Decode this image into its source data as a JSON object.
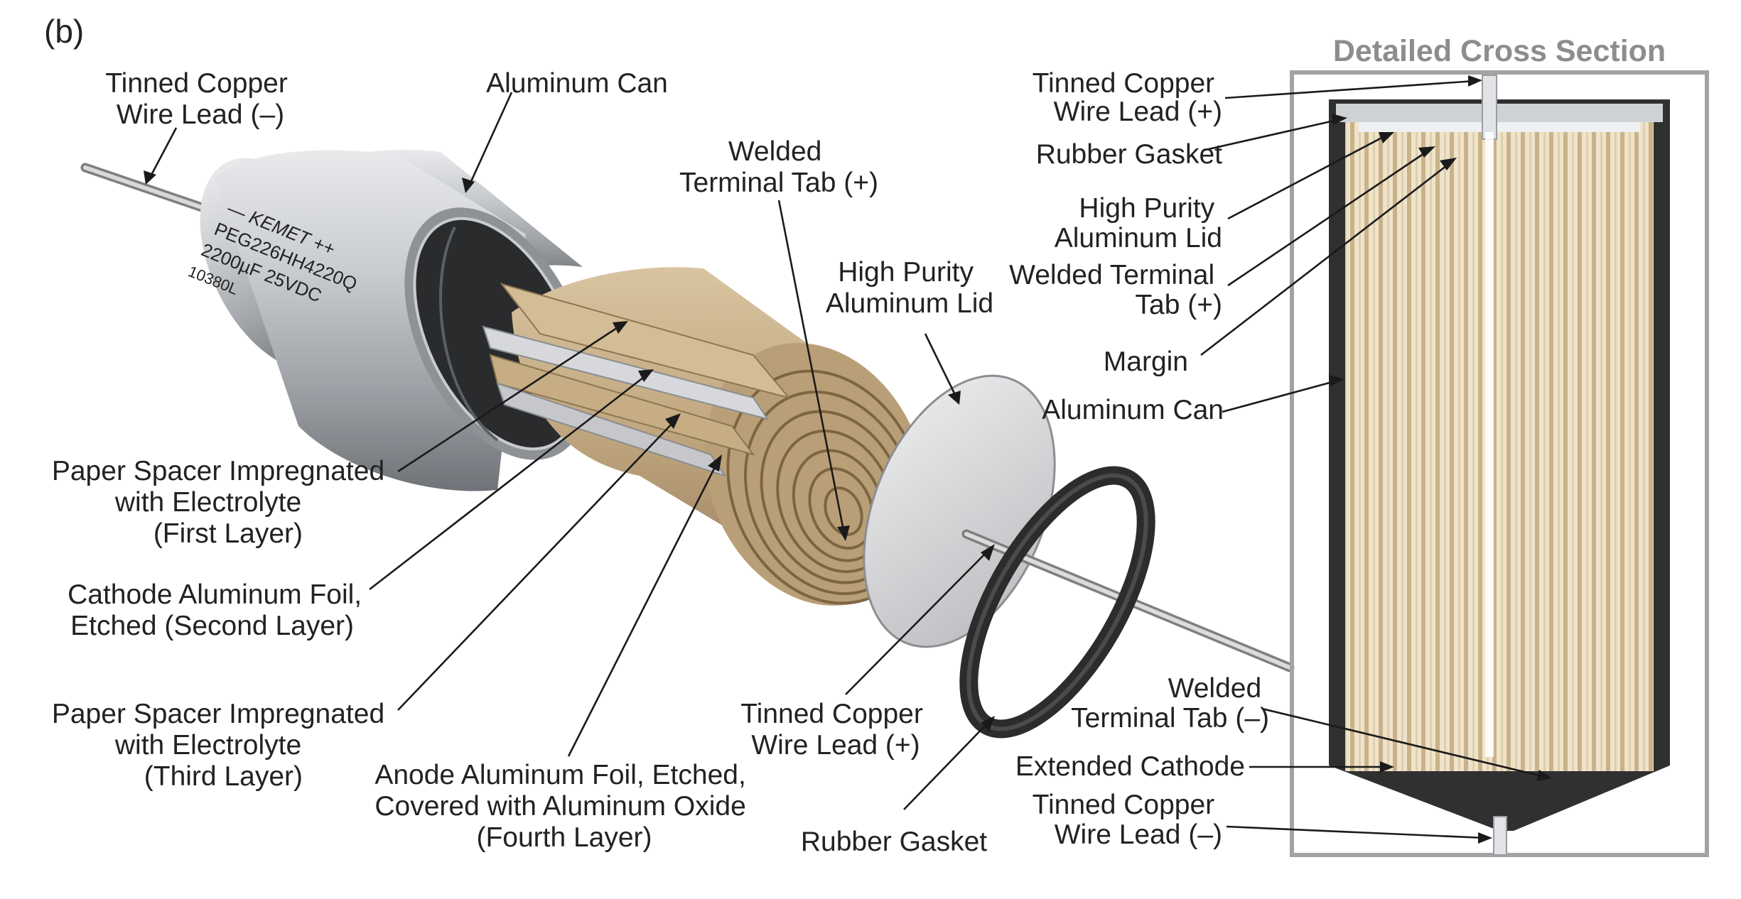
{
  "panel_tag": "(b)",
  "cross_section_title": "Detailed Cross Section",
  "can_markings": {
    "brand": "— KEMET ++",
    "part": "PEG226HH4220Q",
    "rating": "2200µF 25VDC",
    "code": "10380L"
  },
  "labels": {
    "tinned_lead_neg": [
      "Tinned Copper",
      "Wire Lead (–)"
    ],
    "aluminum_can": "Aluminum Can",
    "welded_tab_pos": [
      "Welded",
      "Terminal Tab (+)"
    ],
    "lid": [
      "High Purity",
      "Aluminum Lid"
    ],
    "paper_first": [
      "Paper Spacer Impregnated",
      "with Electrolyte",
      "(First Layer)"
    ],
    "cathode_second": [
      "Cathode Aluminum Foil,",
      "Etched (Second Layer)"
    ],
    "paper_third": [
      "Paper Spacer Impregnated",
      "with Electrolyte",
      "(Third Layer)"
    ],
    "anode_fourth": [
      "Anode Aluminum Foil, Etched,",
      "Covered with Aluminum Oxide",
      "(Fourth Layer)"
    ],
    "tinned_lead_pos": [
      "Tinned Copper",
      "Wire Lead (+)"
    ],
    "rubber_gasket": "Rubber Gasket"
  },
  "cross_labels": {
    "tinned_lead_pos": [
      "Tinned Copper",
      "Wire Lead (+)"
    ],
    "rubber_gasket": "Rubber Gasket",
    "lid": [
      "High Purity",
      "Aluminum Lid"
    ],
    "welded_tab_pos": [
      "Welded Terminal",
      "Tab (+)"
    ],
    "margin": "Margin",
    "aluminum_can": "Aluminum Can",
    "welded_tab_neg": [
      "Welded",
      "Terminal Tab (–)"
    ],
    "extended_cathode": "Extended Cathode",
    "tinned_lead_neg": [
      "Tinned Copper",
      "Wire Lead (–)"
    ]
  },
  "colors": {
    "paper": "#c9b28a",
    "paper_dark": "#8e7650",
    "can": "#b9bcc0",
    "cross_outline": "#a3a3a3",
    "text": "#222222"
  }
}
